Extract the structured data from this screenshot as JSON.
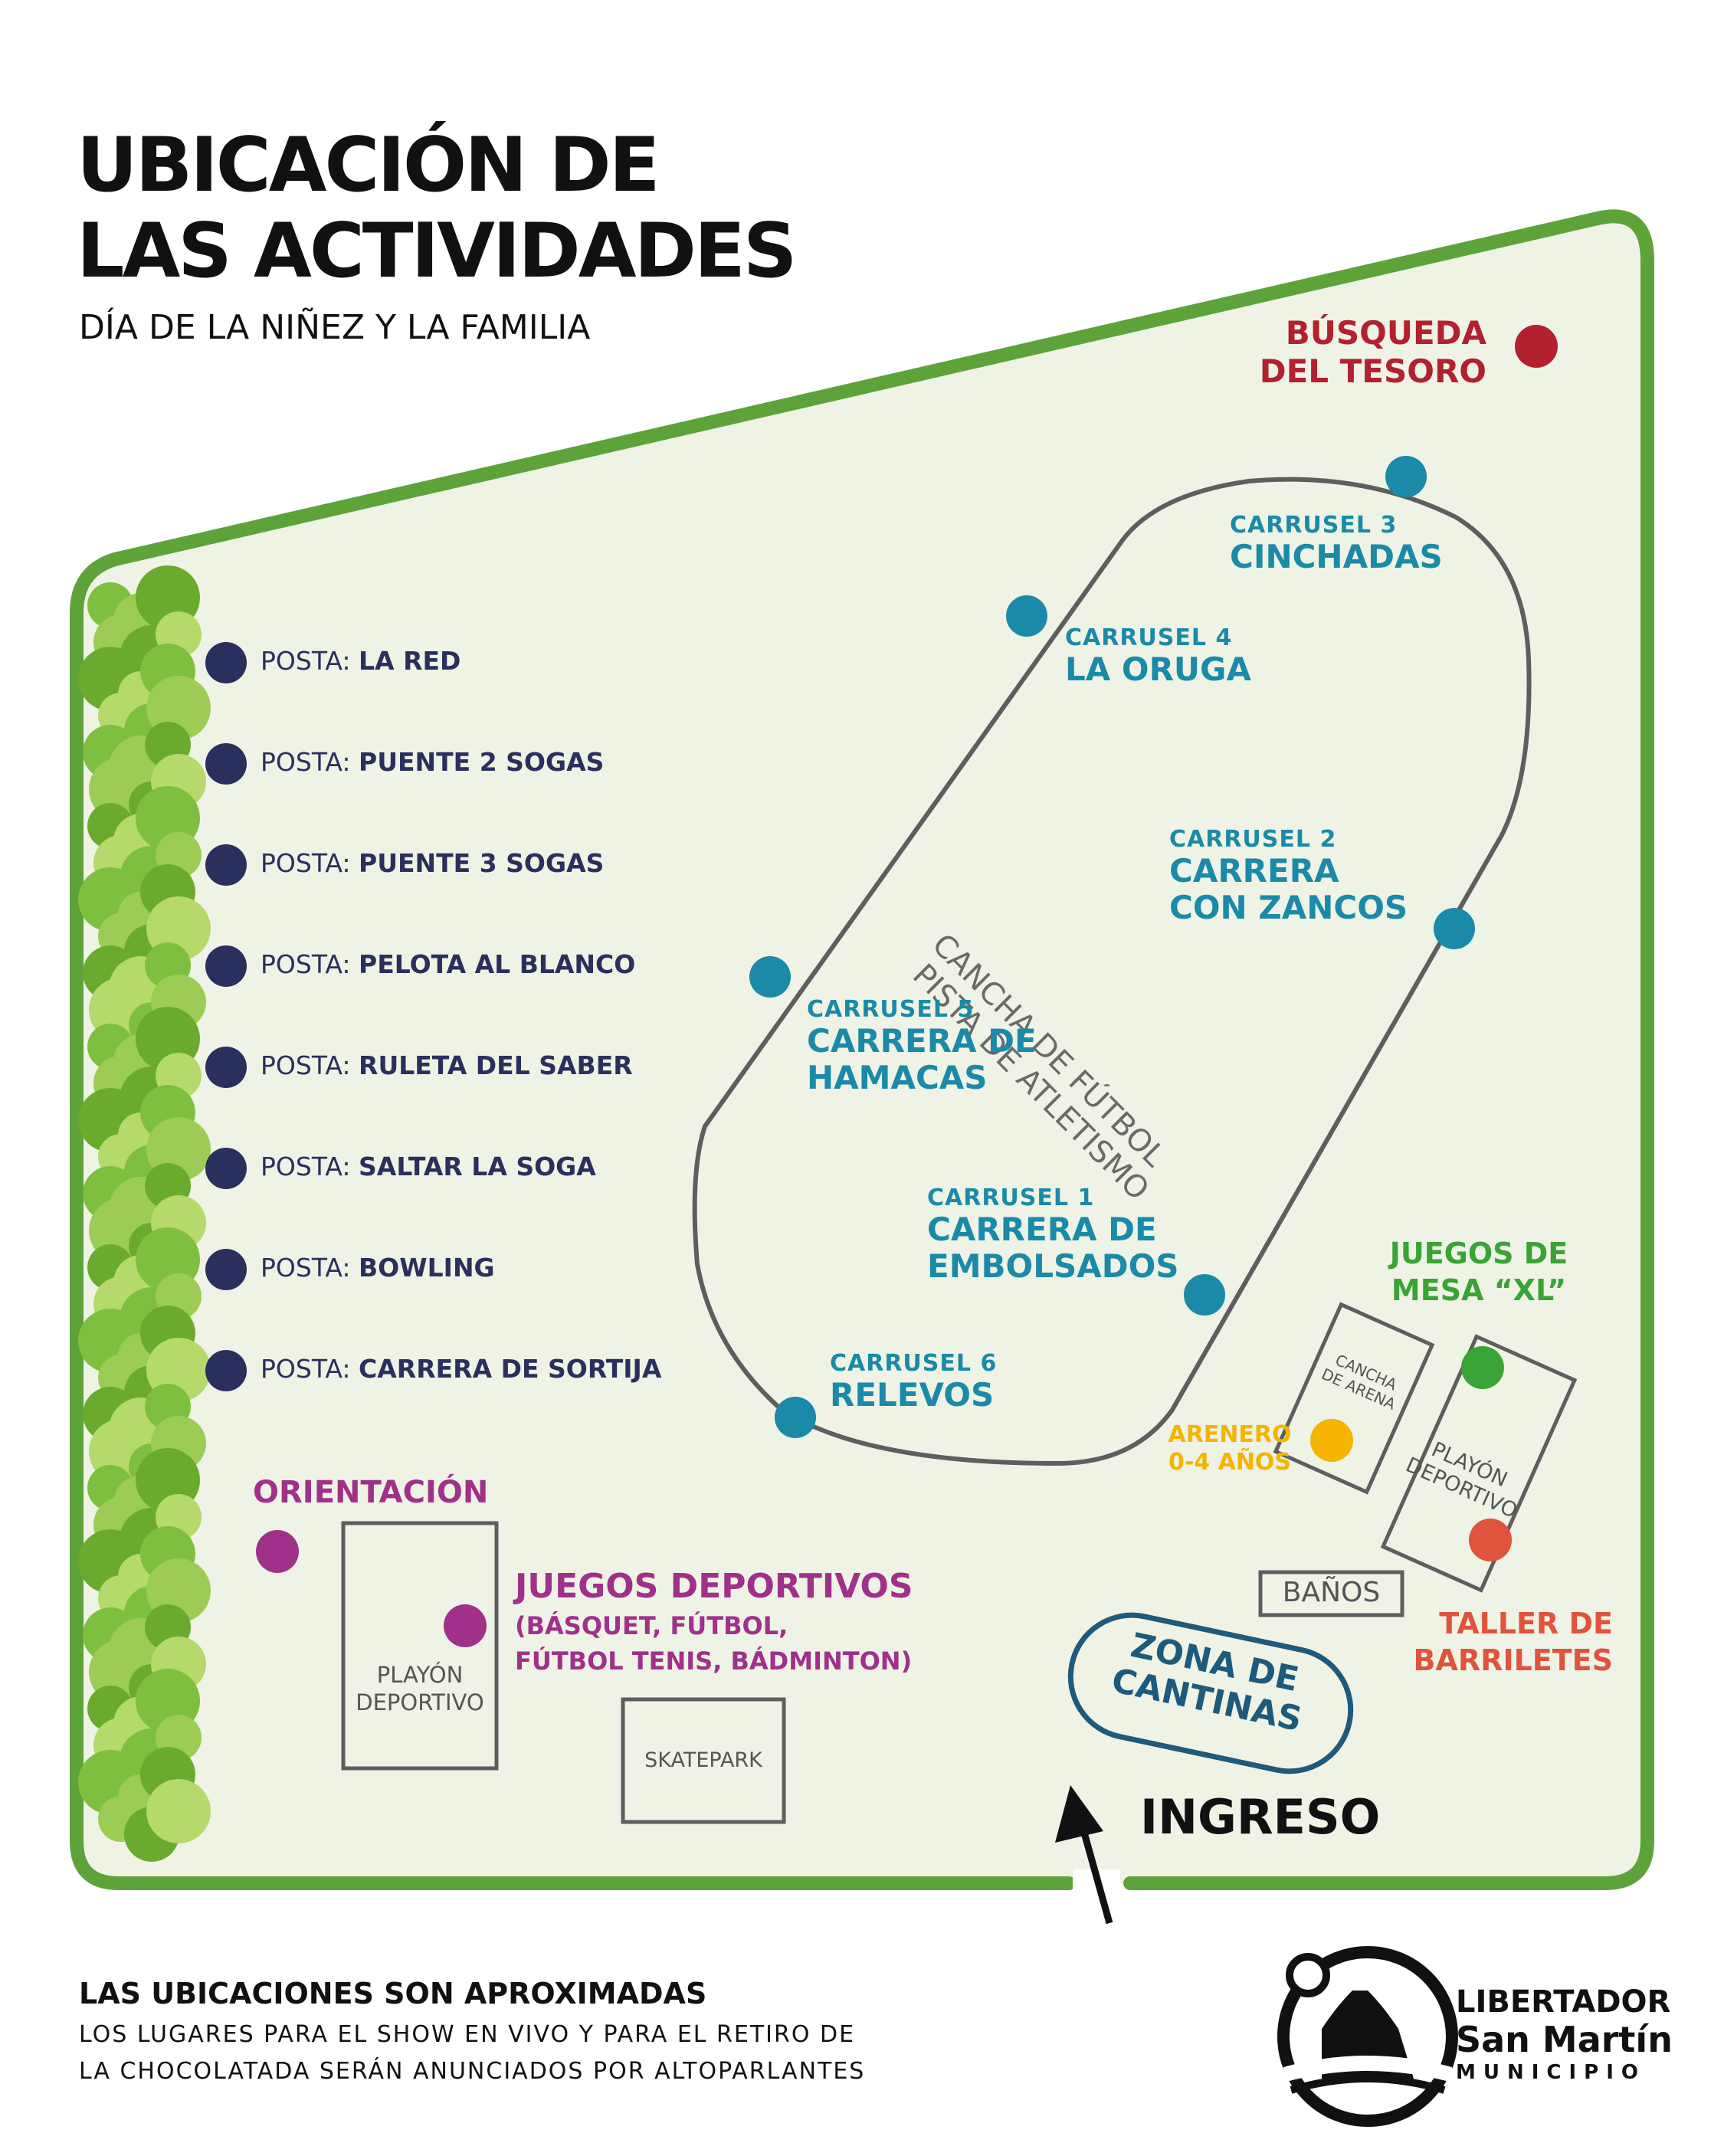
{
  "header": {
    "title_line1": "UBICACIÓN DE",
    "title_line2": "LAS ACTIVIDADES",
    "subtitle": "DÍA DE LA NIÑEZ Y LA FAMILIA"
  },
  "postas": {
    "prefix": "POSTA:",
    "items": [
      "LA RED",
      "PUENTE 2 SOGAS",
      "PUENTE 3 SOGAS",
      "PELOTA AL BLANCO",
      "RULETA DEL SABER",
      "SALTAR LA SOGA",
      "BOWLING",
      "CARRERA DE SORTIJA"
    ]
  },
  "track": {
    "line1": "CANCHA DE FÚTBOL",
    "line2": "PISTA DE ATLETISMO"
  },
  "carruseles": [
    {
      "num": "CARRUSEL 3",
      "name1": "CINCHADAS",
      "name2": ""
    },
    {
      "num": "CARRUSEL 4",
      "name1": "LA ORUGA",
      "name2": ""
    },
    {
      "num": "CARRUSEL 2",
      "name1": "CARRERA",
      "name2": "CON ZANCOS"
    },
    {
      "num": "CARRUSEL 5",
      "name1": "CARRERA DE",
      "name2": "HAMACAS"
    },
    {
      "num": "CARRUSEL 1",
      "name1": "CARRERA DE",
      "name2": "EMBOLSADOS"
    },
    {
      "num": "CARRUSEL 6",
      "name1": "RELEVOS",
      "name2": ""
    }
  ],
  "busqueda": {
    "line1": "BÚSQUEDA",
    "line2": "DEL TESORO"
  },
  "juegos_mesa": {
    "line1": "JUEGOS DE",
    "line2": "MESA “XL”"
  },
  "arenero": {
    "line1": "ARENERO",
    "line2": "0-4 AÑOS"
  },
  "cancha_arena": {
    "line1": "CANCHA",
    "line2": "DE ARENA"
  },
  "playon_right": {
    "line1": "PLAYÓN",
    "line2": "DEPORTIVO"
  },
  "banos": "BAÑOS",
  "taller": {
    "line1": "TALLER DE",
    "line2": "BARRILETES"
  },
  "cantinas": {
    "line1": "ZONA DE",
    "line2": "CANTINAS"
  },
  "ingreso": "INGRESO",
  "orientacion": "ORIENTACIÓN",
  "juegos_deportivos": {
    "title": "JUEGOS DEPORTIVOS",
    "sub1": "(BÁSQUET, FÚTBOL,",
    "sub2": "FÚTBOL TENIS, BÁDMINTON)"
  },
  "playon_left": {
    "line1": "PLAYÓN",
    "line2": "DEPORTIVO"
  },
  "skatepark": "SKATEPARK",
  "footer": {
    "main": "LAS UBICACIONES SON APROXIMADAS",
    "sub1": "LOS LUGARES PARA EL SHOW EN VIVO Y PARA EL RETIRO DE",
    "sub2": "LA CHOCOLATADA SERÁN ANUNCIADOS POR ALTOPARLANTES"
  },
  "logo": {
    "line1": "LIBERTADOR",
    "line2": "San Martín",
    "line3": "MUNICIPIO"
  },
  "colors": {
    "park_fill": "#eef3e6",
    "border_green": "#5da33a",
    "posta_dot": "#2b2f5e",
    "carrusel_dot": "#1a8aa8",
    "busqueda_dot": "#b3202e",
    "mesa_dot": "#3aa335",
    "arenero_dot": "#f5b400",
    "taller_dot": "#e0533d",
    "purple_dot": "#a0308a"
  }
}
